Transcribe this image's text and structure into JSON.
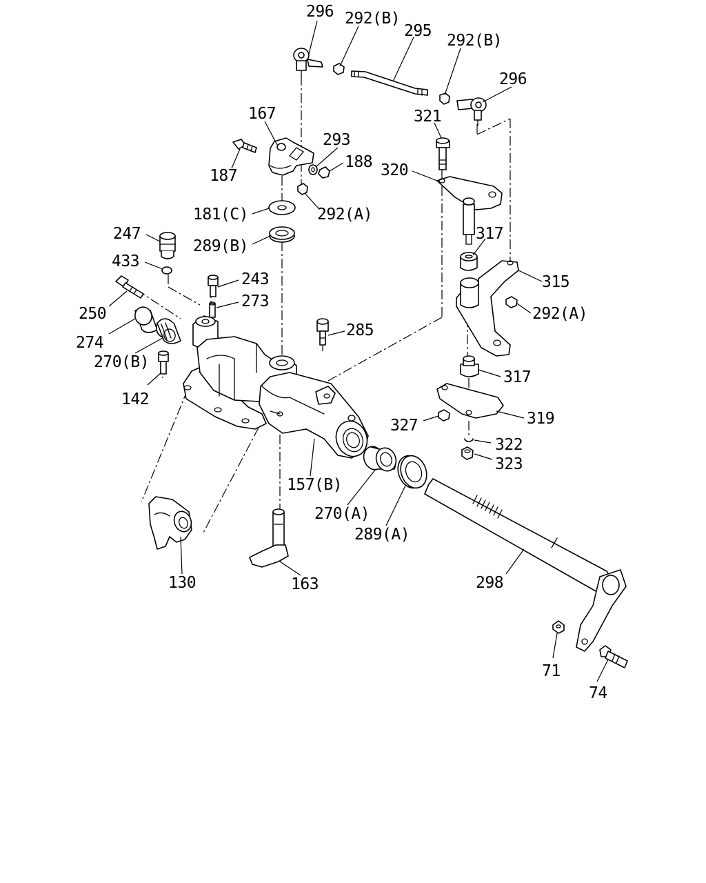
{
  "callouts": [
    {
      "id": "c296a",
      "text": "296"
    },
    {
      "id": "c292b1",
      "text": "292(B)"
    },
    {
      "id": "c295",
      "text": "295"
    },
    {
      "id": "c292b2",
      "text": "292(B)"
    },
    {
      "id": "c296b",
      "text": "296"
    },
    {
      "id": "c167",
      "text": "167"
    },
    {
      "id": "c293",
      "text": "293"
    },
    {
      "id": "c188",
      "text": "188"
    },
    {
      "id": "c321",
      "text": "321"
    },
    {
      "id": "c187",
      "text": "187"
    },
    {
      "id": "c320",
      "text": "320"
    },
    {
      "id": "c181c",
      "text": "181(C)"
    },
    {
      "id": "c292a1",
      "text": "292(A)"
    },
    {
      "id": "c247",
      "text": "247"
    },
    {
      "id": "c289b",
      "text": "289(B)"
    },
    {
      "id": "c317a",
      "text": "317"
    },
    {
      "id": "c433",
      "text": "433"
    },
    {
      "id": "c243",
      "text": "243"
    },
    {
      "id": "c315",
      "text": "315"
    },
    {
      "id": "c273",
      "text": "273"
    },
    {
      "id": "c250",
      "text": "250"
    },
    {
      "id": "c292a2",
      "text": "292(A)"
    },
    {
      "id": "c285",
      "text": "285"
    },
    {
      "id": "c274",
      "text": "274"
    },
    {
      "id": "c270b",
      "text": "270(B)"
    },
    {
      "id": "c317b",
      "text": "317"
    },
    {
      "id": "c142",
      "text": "142"
    },
    {
      "id": "c319",
      "text": "319"
    },
    {
      "id": "c327",
      "text": "327"
    },
    {
      "id": "c322",
      "text": "322"
    },
    {
      "id": "c323",
      "text": "323"
    },
    {
      "id": "c157b",
      "text": "157(B)"
    },
    {
      "id": "c270a",
      "text": "270(A)"
    },
    {
      "id": "c289a",
      "text": "289(A)"
    },
    {
      "id": "c130",
      "text": "130"
    },
    {
      "id": "c163",
      "text": "163"
    },
    {
      "id": "c298",
      "text": "298"
    },
    {
      "id": "c71",
      "text": "71"
    },
    {
      "id": "c74",
      "text": "74"
    }
  ]
}
